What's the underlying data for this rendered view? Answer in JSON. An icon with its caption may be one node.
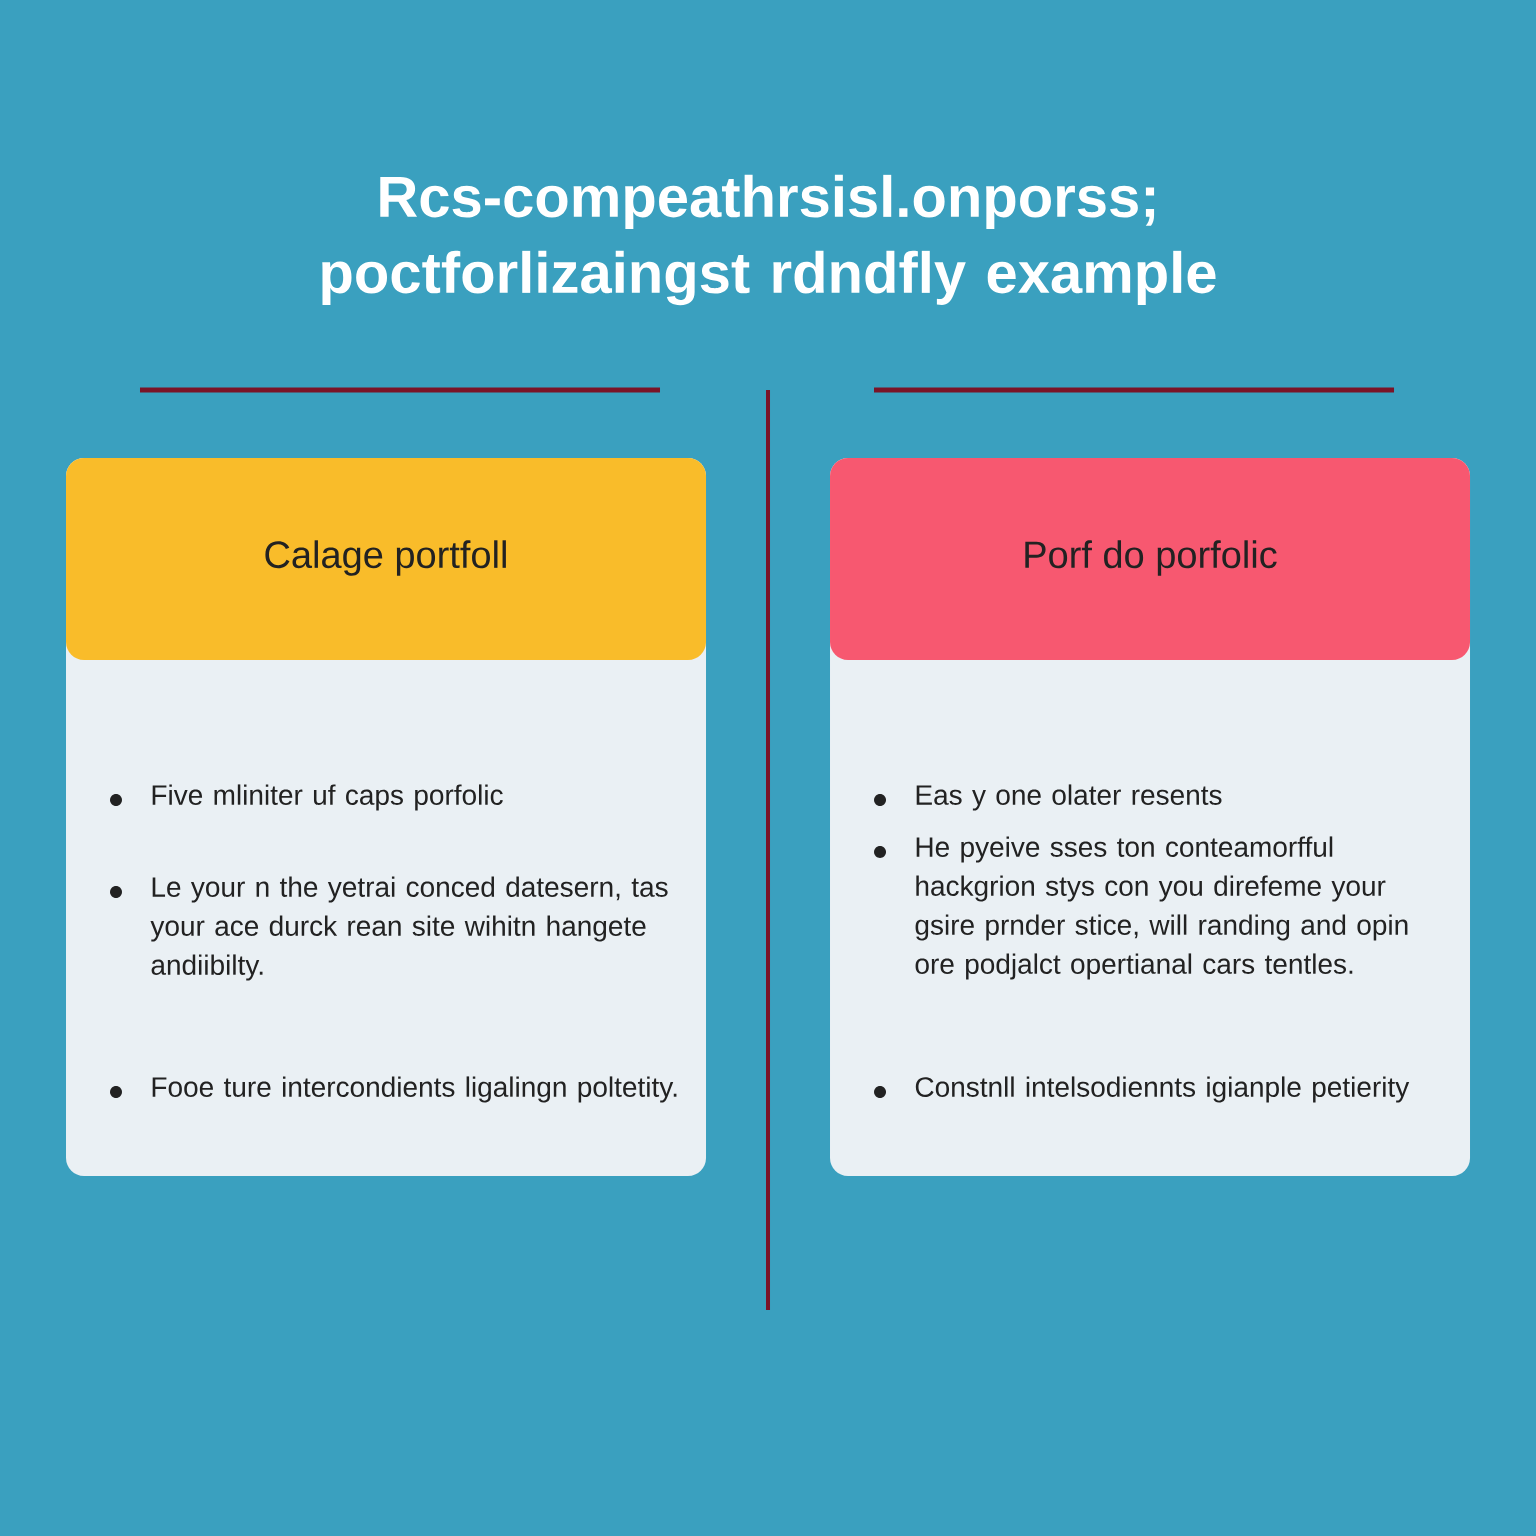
{
  "diagram": {
    "title": "Rcs-compeathrsisl.onporss; poctforlizaingst rdndfly example",
    "nodes": [
      {
        "text": [
          "Calage portfoll",
          "Five mliniter uf caps porfolic",
          "Le your n the yetrai conced datesern, tas your ace durck rean site wihitn hangete andiibilty.",
          "Fooe ture intercondients ligalingn poltetity."
        ]
      },
      {
        "text": [
          "Porf do porfolic",
          "Eas y one olater resents",
          "He pyeive sses ton conteamorfful hackgrion stys con you direfeme your gsire prnder stice, will randing and opin ore podjalct opertianal cars tentles.",
          "Constnll intelsodiennts igianple petierity"
        ]
      }
    ]
  }
}
